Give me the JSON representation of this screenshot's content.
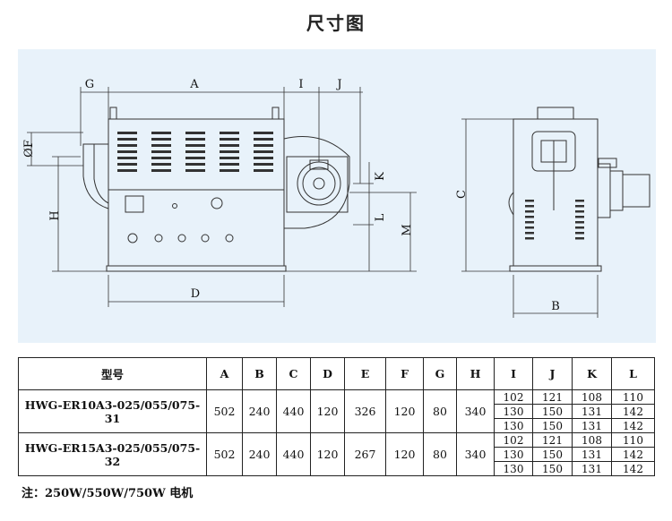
{
  "title": "尺寸图",
  "dims": {
    "A": "A",
    "B": "B",
    "C": "C",
    "D": "D",
    "F": "ØF",
    "G": "G",
    "H": "H",
    "I": "I",
    "J": "J",
    "K": "K",
    "L": "L",
    "M": "M"
  },
  "table": {
    "headers": [
      "型号",
      "A",
      "B",
      "C",
      "D",
      "E",
      "F",
      "G",
      "H",
      "I",
      "J",
      "K",
      "L"
    ],
    "rows": [
      {
        "model": "HWG-ER10A3-025/055/075-31",
        "A": "502",
        "B": "240",
        "C": "440",
        "D": "120",
        "E": "326",
        "F": "120",
        "G": "80",
        "H": "340",
        "sub": [
          [
            "102",
            "121",
            "108",
            "110"
          ],
          [
            "130",
            "150",
            "131",
            "142"
          ],
          [
            "130",
            "150",
            "131",
            "142"
          ]
        ]
      },
      {
        "model": "HWG-ER15A3-025/055/075-32",
        "A": "502",
        "B": "240",
        "C": "440",
        "D": "120",
        "E": "267",
        "F": "120",
        "G": "80",
        "H": "340",
        "sub": [
          [
            "102",
            "121",
            "108",
            "110"
          ],
          [
            "130",
            "150",
            "131",
            "142"
          ],
          [
            "130",
            "150",
            "131",
            "142"
          ]
        ]
      }
    ]
  },
  "note": "注：250W/550W/750W 电机"
}
